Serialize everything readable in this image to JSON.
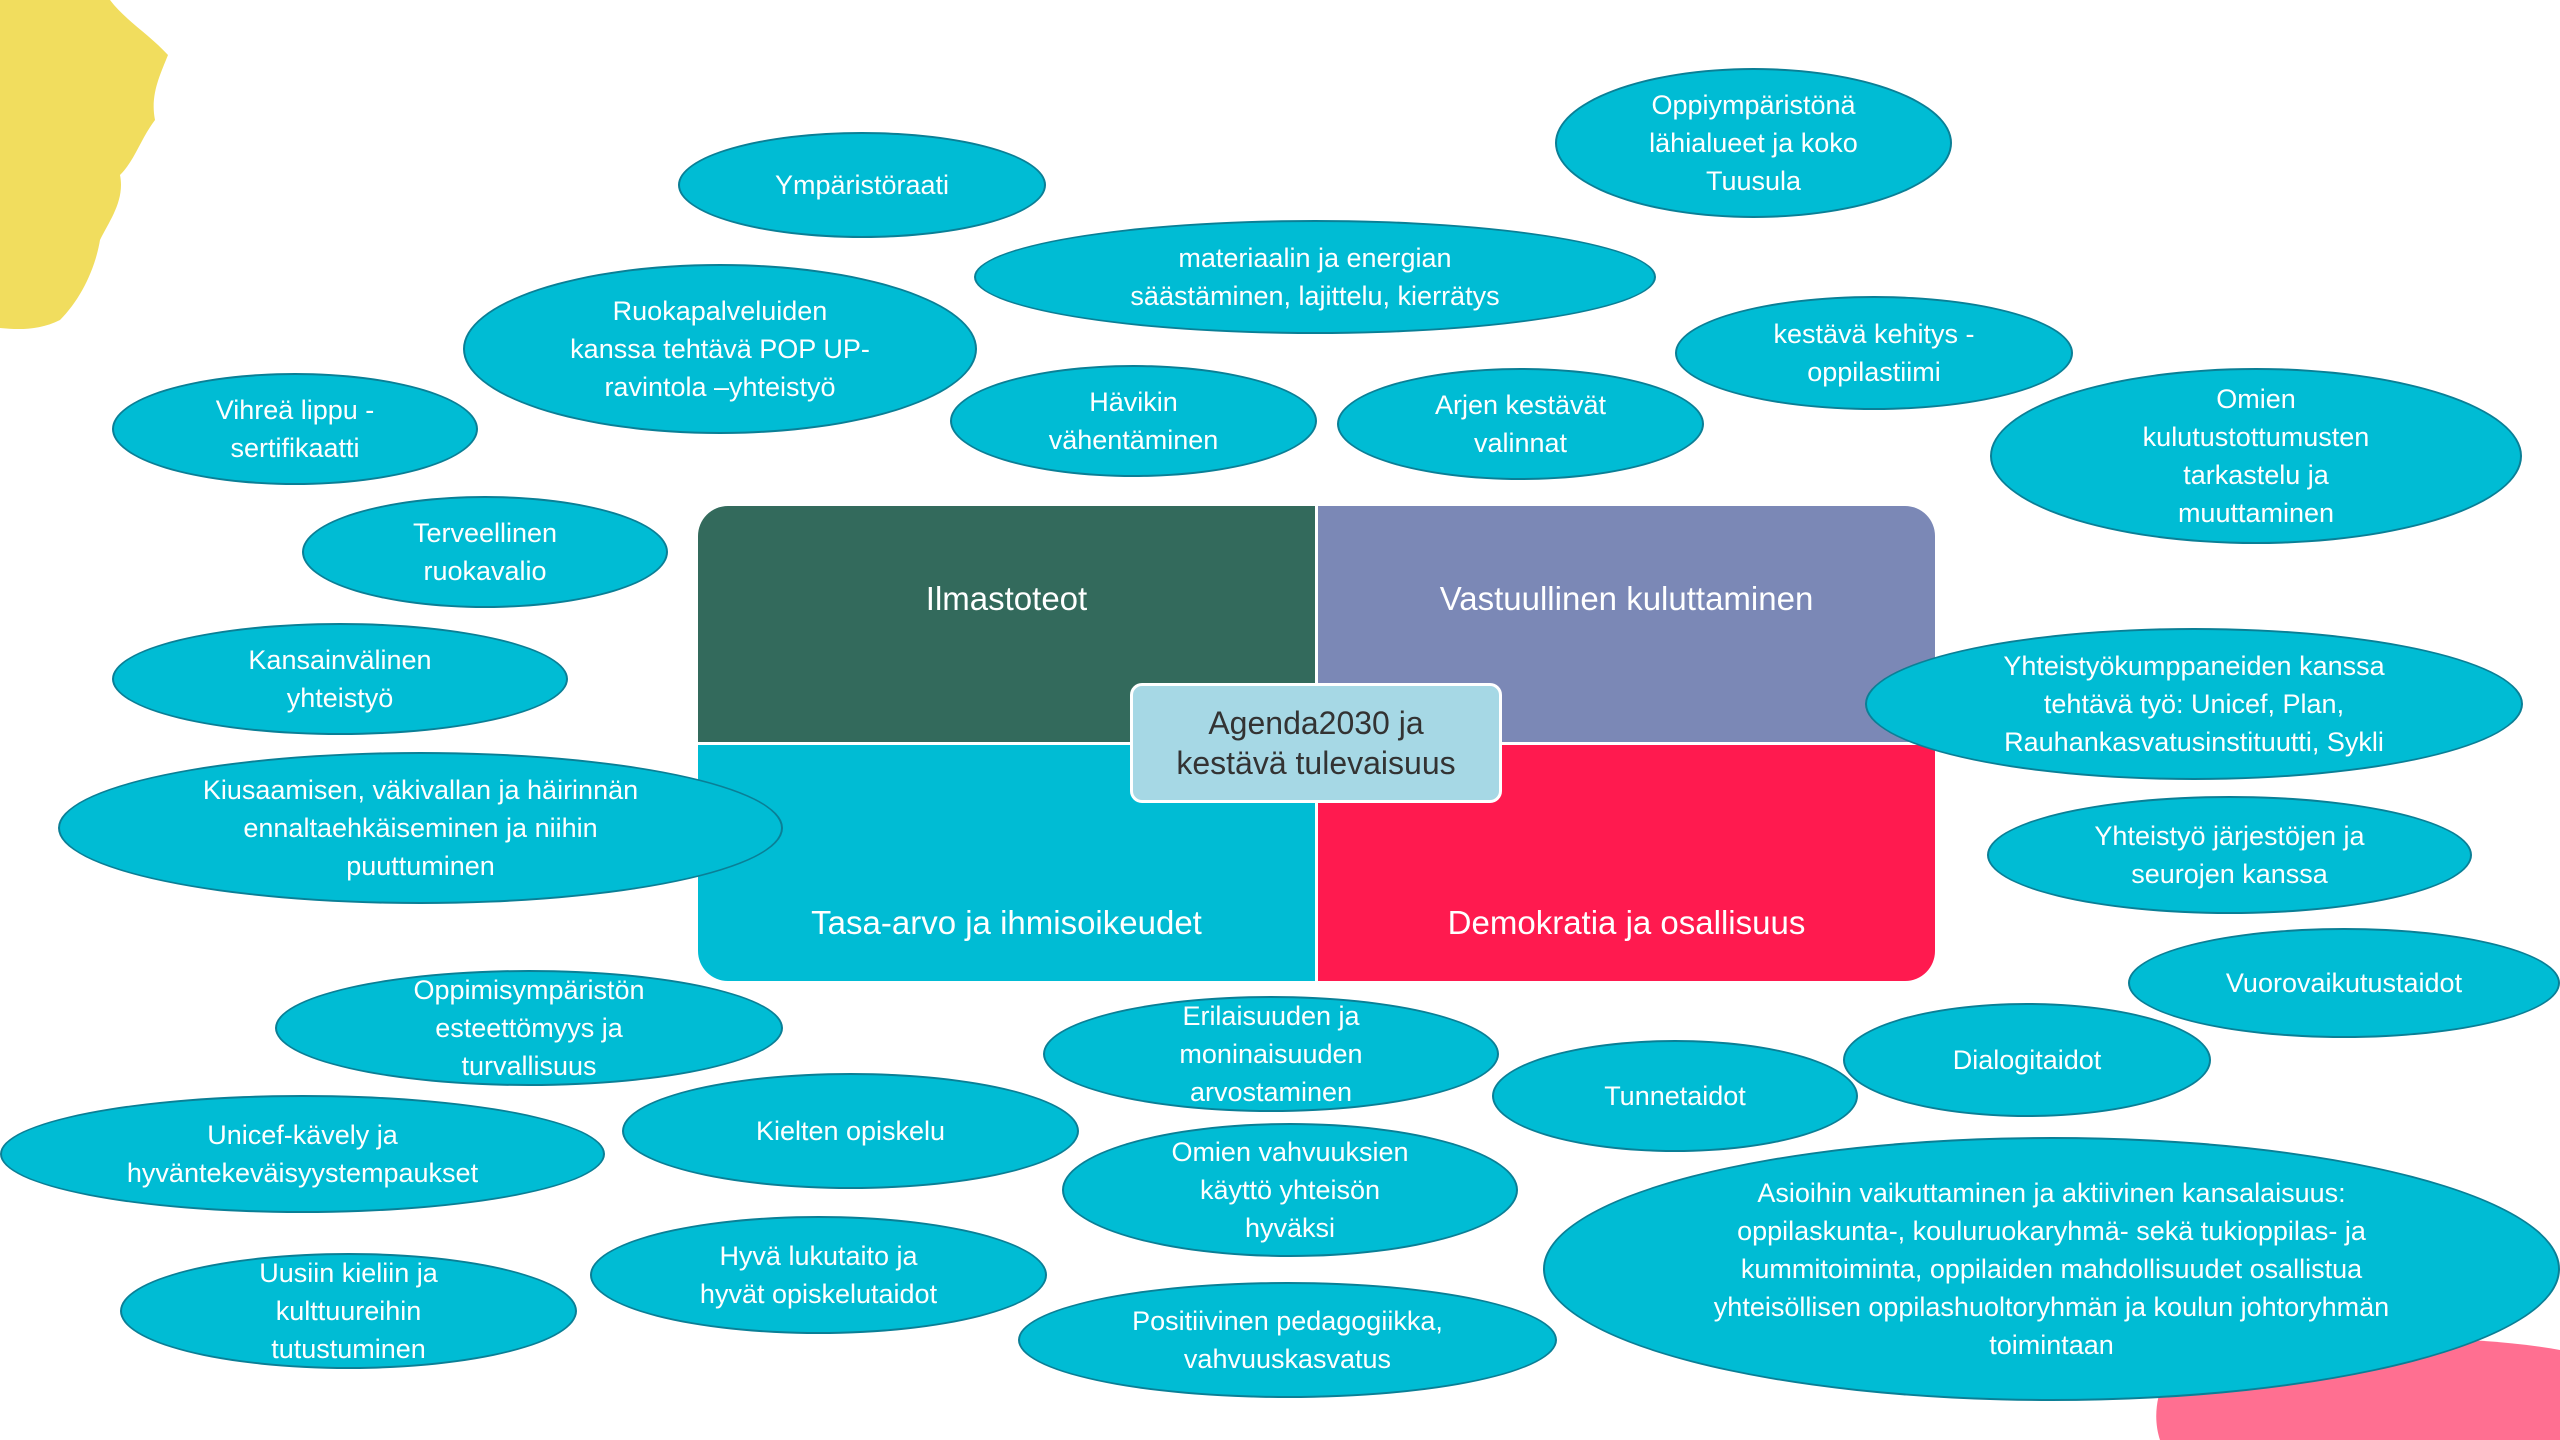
{
  "center": {
    "label": "Agenda2030 ja\nkestävä tulevaisuus"
  },
  "quadrants": {
    "climate": "Ilmastoteot",
    "consumption": "Vastuullinen kuluttaminen",
    "equality": "Tasa-arvo ja ihmisoikeudet",
    "democracy": "Demokratia ja osallisuus"
  },
  "colors": {
    "climate": "#336a5c",
    "consumption": "#7b88b6",
    "equality": "#00bcd4",
    "democracy": "#ff1a4f",
    "bubble": "#00bcd4",
    "center": "#a6d8e5"
  },
  "bubbles": {
    "ymparistoraati": "Ympäristöraati",
    "oppiymparisto": "Oppiympäristönä\nlähialueet ja koko\nTuusula",
    "materiaali": "materiaalin ja energian\nsäästäminen, lajittelu, kierrätys",
    "ruokapalvelut": "Ruokapalveluiden\nkanssa tehtävä POP UP-\nravintola –yhteistyö",
    "kestava_tiimi": "kestävä kehitys -\noppilastiimi",
    "vihrea_lippu": "Vihreä lippu -\nsertifikaatti",
    "havikki": "Hävikin\nvähentäminen",
    "arjen_valinnat": "Arjen kestävät\nvalinnat",
    "kulutustottumukset": "Omien\nkulutustottumusten\ntarkastelu ja\nmuuttaminen",
    "ruokavalio": "Terveellinen\nruokavalio",
    "kansainvalinen": "Kansainvälinen\nyhteistyö",
    "yhteistyokumppanit": "Yhteistyökumppaneiden kanssa\ntehtävä työ: Unicef, Plan,\nRauhankasvatusinstituutti, Sykli",
    "kiusaaminen": "Kiusaamisen, väkivallan ja häirinnän\nennaltaehkäiseminen ja niihin\npuuttuminen",
    "jarjestot": "Yhteistyö järjestöjen ja\nseurojen kanssa",
    "vuorovaikutus": "Vuorovaikutustaidot",
    "esteettomyys": "Oppimisympäristön\nesteettömyys ja\nturvallisuus",
    "erilaisuus": "Erilaisuuden ja\nmoninaisuuden\narvostaminen",
    "dialogi": "Dialogitaidot",
    "tunnetaidot": "Tunnetaidot",
    "unicef_kavely": "Unicef-kävely ja\nhyväntekeväisyystempaukset",
    "kielet": "Kielten opiskelu",
    "vahvuudet": "Omien vahvuuksien\nkäyttö yhteisön\nhyväksi",
    "vaikuttaminen": "Asioihin vaikuttaminen ja aktiivinen kansalaisuus:\noppilaskunta-, kouluruokaryhmä- sekä tukioppilas- ja\nkummitoiminta, oppilaiden mahdollisuudet osallistua\nyhteisöllisen oppilashuoltoryhmän ja koulun johtoryhmän\ntoimintaan",
    "lukutaito": "Hyvä lukutaito ja\nhyvät opiskelutaidot",
    "uudet_kielet": "Uusiin kieliin ja\nkulttuureihin\ntutustuminen",
    "pedagogiikka": "Positiivinen pedagogiikka,\nvahvuuskasvatus"
  }
}
